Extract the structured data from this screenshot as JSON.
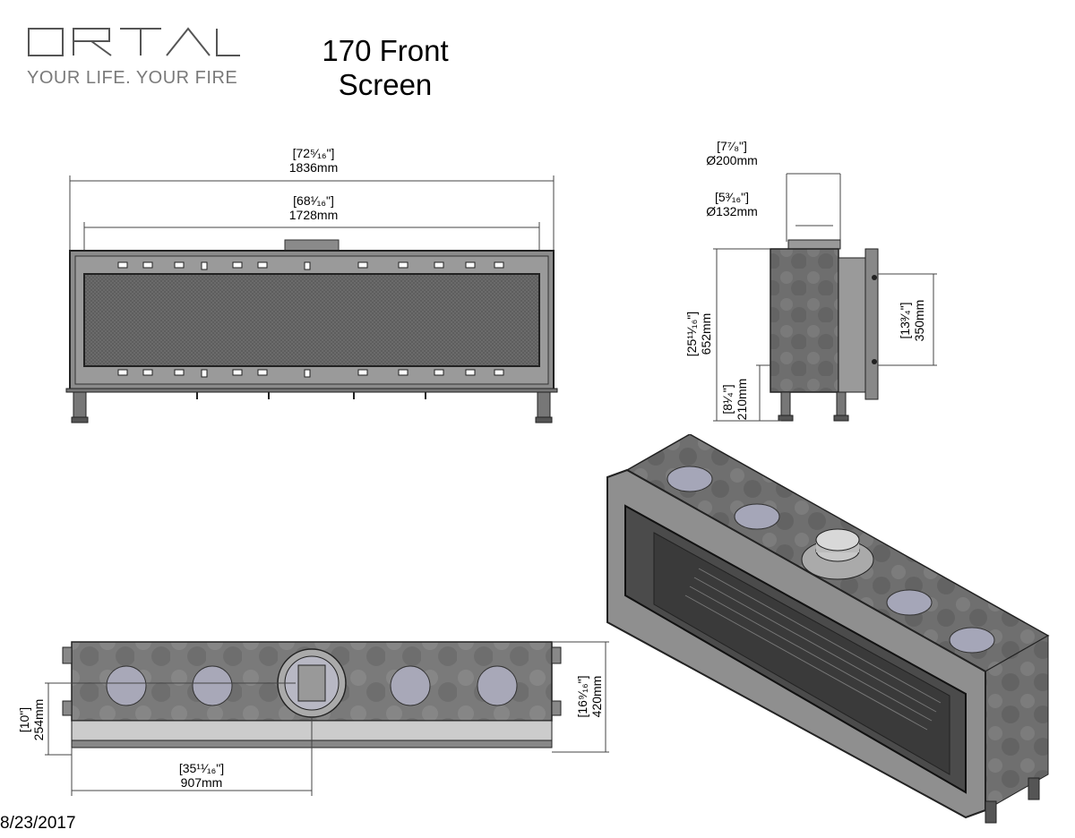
{
  "header": {
    "logo_text": "ORTAL",
    "tagline": "YOUR LIFE. YOUR FIRE",
    "title_line1": "170 Front",
    "title_line2": "Screen"
  },
  "front_view": {
    "overall_width_in": "[72⁵⁄₁₆\"]",
    "overall_width_mm": "1836mm",
    "glass_width_in": "[68¹⁄₁₆\"]",
    "glass_width_mm": "1728mm"
  },
  "side_view": {
    "outer_flue_in": "[7⁷⁄₈\"]",
    "outer_flue_mm": "Ø200mm",
    "inner_flue_in": "[5³⁄₁₆\"]",
    "inner_flue_mm": "Ø132mm",
    "height_in": "[25¹¹⁄₁₆\"]",
    "height_mm": "652mm",
    "opening_in": "[13³⁄₄\"]",
    "opening_mm": "350mm",
    "base_in": "[8¹⁄₄\"]",
    "base_mm": "210mm"
  },
  "top_view": {
    "flue_offset_in": "[10\"]",
    "flue_offset_mm": "254mm",
    "depth_in": "[16⁹⁄₁₆\"]",
    "depth_mm": "420mm",
    "flue_center_in": "[35¹¹⁄₁₆\"]",
    "flue_center_mm": "907mm"
  },
  "footer": {
    "date": "8/23/2017"
  }
}
